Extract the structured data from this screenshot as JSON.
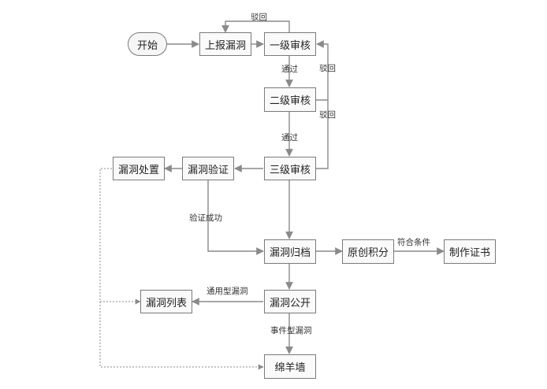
{
  "nodes": {
    "start": "开始",
    "report": "上报漏洞",
    "review1": "一级审核",
    "review2": "二级审核",
    "review3": "三级审核",
    "verify": "漏洞验证",
    "handle": "漏洞处置",
    "archive": "漏洞归档",
    "points": "原创积分",
    "cert": "制作证书",
    "publish": "漏洞公开",
    "list": "漏洞列表",
    "sheep": "绵羊墙"
  },
  "labels": {
    "reject_top": "驳回",
    "reject_right1": "驳回",
    "reject_right2": "驳回",
    "pass1": "通过",
    "pass2": "通过",
    "verify_ok": "验证成功",
    "qualified": "符合条件",
    "general": "通用型漏洞",
    "event": "事件型漏洞"
  },
  "colors": {
    "line": "#8a8a8a",
    "border": "#7a7a7a",
    "fill": "#fafafa"
  }
}
